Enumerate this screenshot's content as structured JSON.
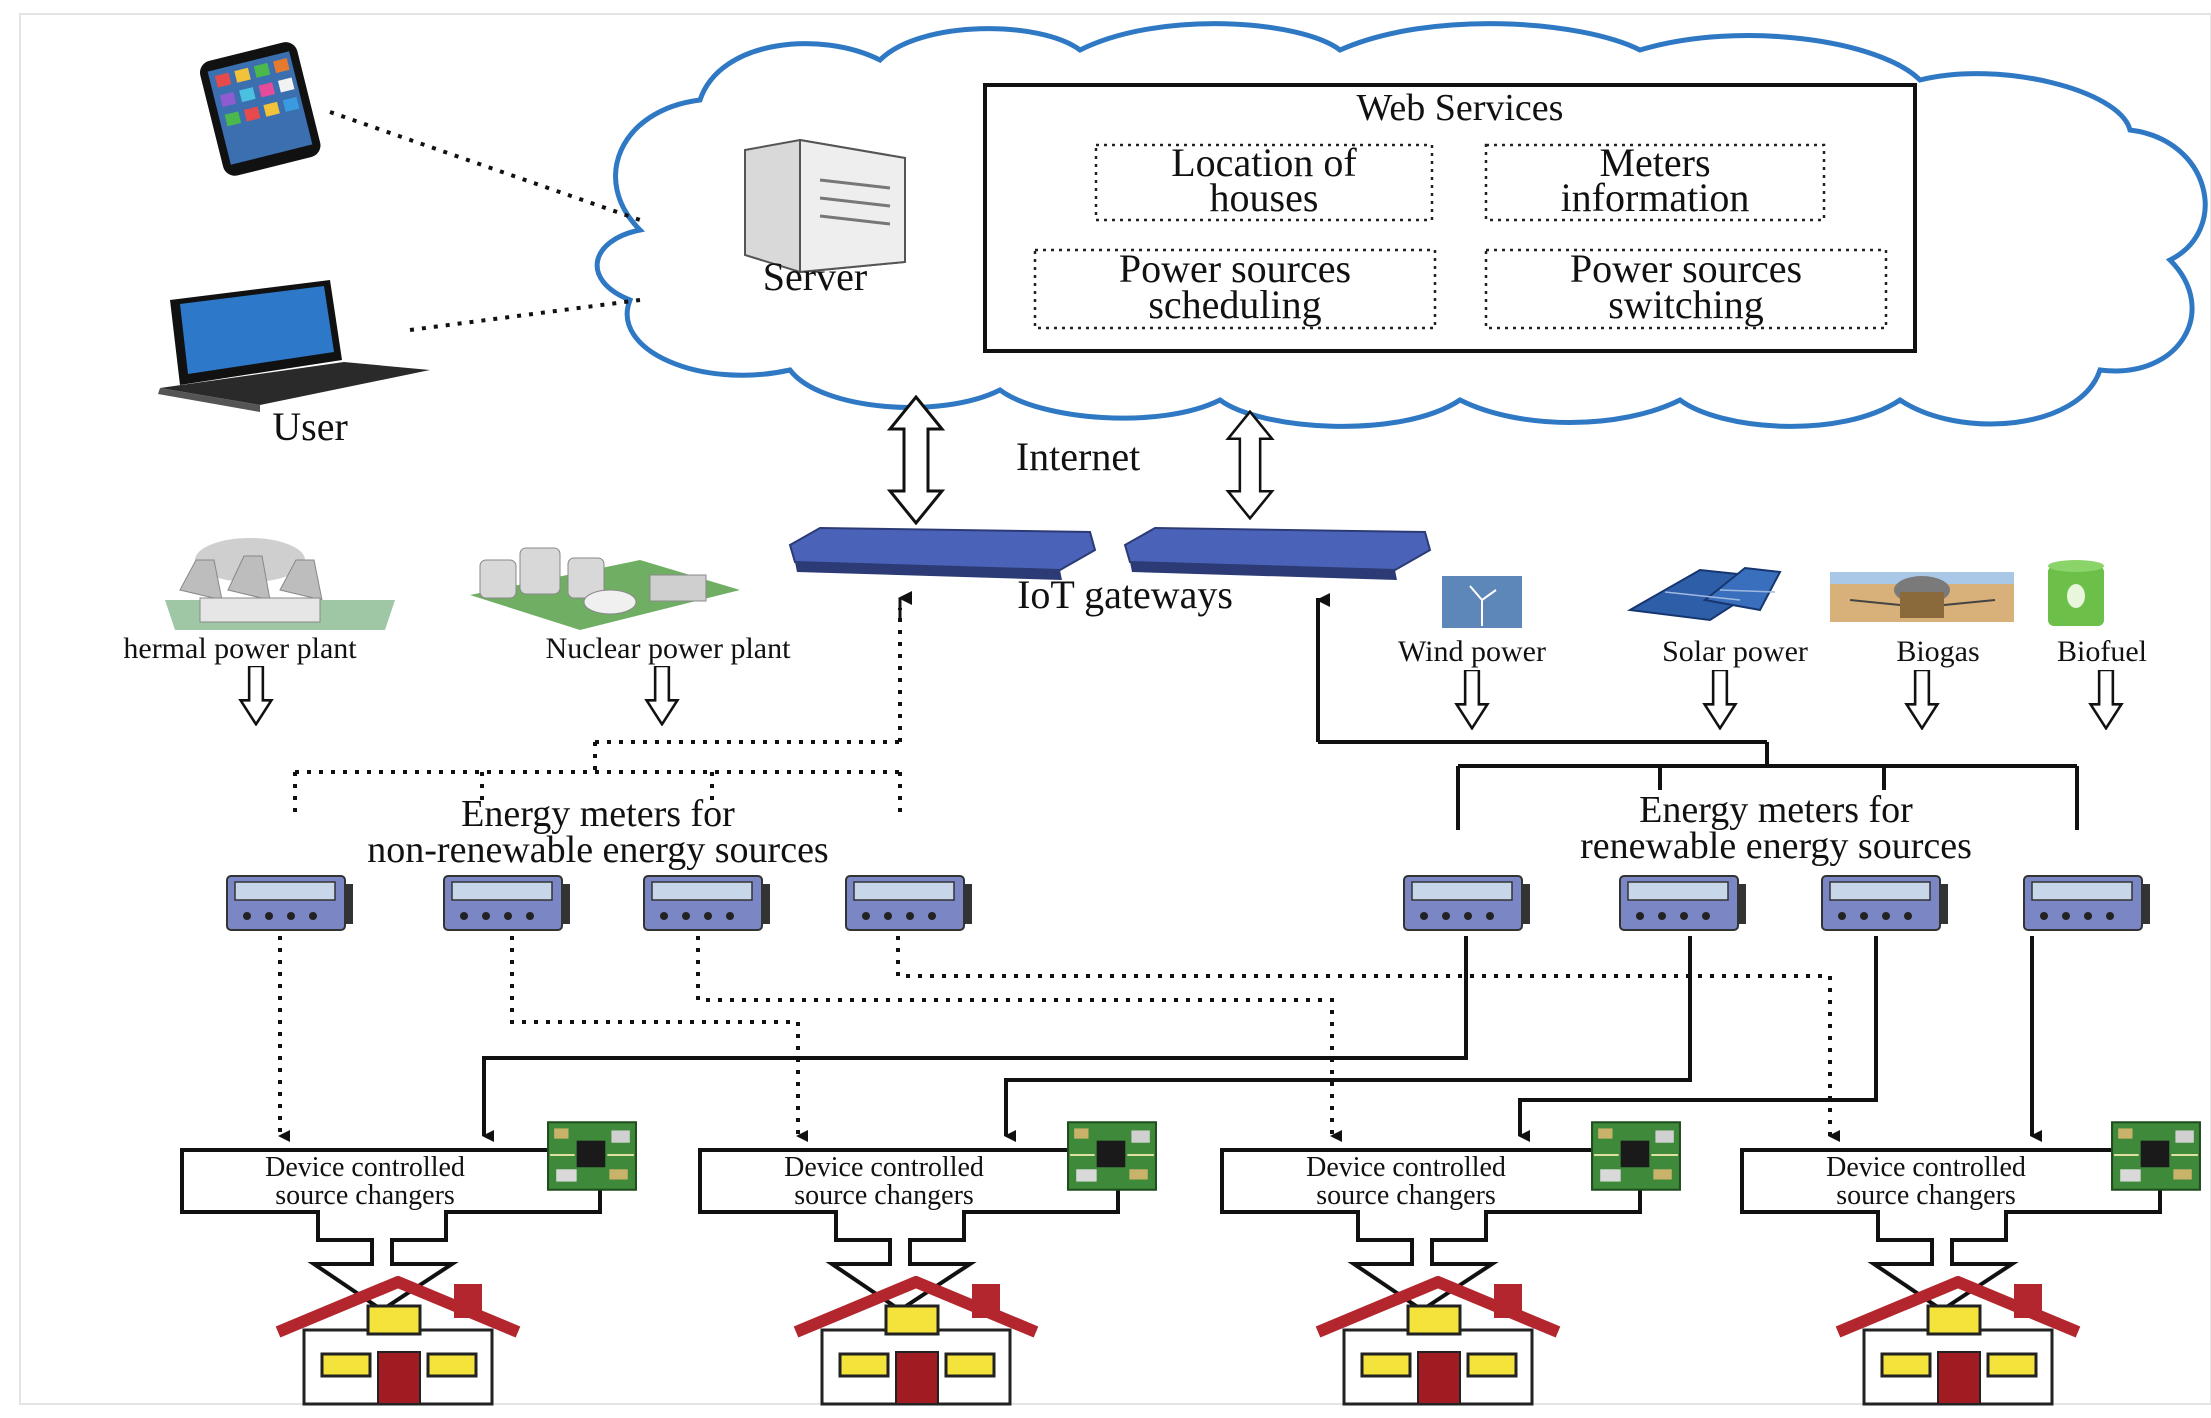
{
  "cloud": {
    "title": "Web Services",
    "services": [
      {
        "line1": "Location of",
        "line2": "houses"
      },
      {
        "line1": "Meters",
        "line2": "information"
      },
      {
        "line1": "Power sources",
        "line2": "scheduling"
      },
      {
        "line1": "Power sources",
        "line2": "switching"
      }
    ],
    "server_label": "Server"
  },
  "user_label": "User",
  "internet_label": "Internet",
  "gateways_label": "IoT gateways",
  "plants": {
    "thermal": "hermal power plant",
    "nuclear": "Nuclear power plant"
  },
  "renewables": {
    "wind": "Wind power",
    "solar": "Solar power",
    "biogas": "Biogas",
    "biofuel": "Biofuel"
  },
  "meters": {
    "nonrenewable_line1": "Energy meters for",
    "nonrenewable_line2": "non-renewable energy sources",
    "renewable_line1": "Energy meters for",
    "renewable_line2": "renewable energy sources"
  },
  "changers": [
    {
      "line1": "Device controlled",
      "line2": "source changers"
    },
    {
      "line1": "Device controlled",
      "line2": "source changers"
    },
    {
      "line1": "Device controlled",
      "line2": "source changers"
    },
    {
      "line1": "Device controlled",
      "line2": "source changers"
    }
  ],
  "colors": {
    "cloud_stroke": "#2f78c4",
    "house_roof": "#b3262d",
    "house_door": "#a11b22",
    "house_window": "#f3e33a",
    "gateway_blue": "#4a63b8",
    "board_green": "#3e8a3a",
    "meter_blue": "#5f6db0"
  }
}
